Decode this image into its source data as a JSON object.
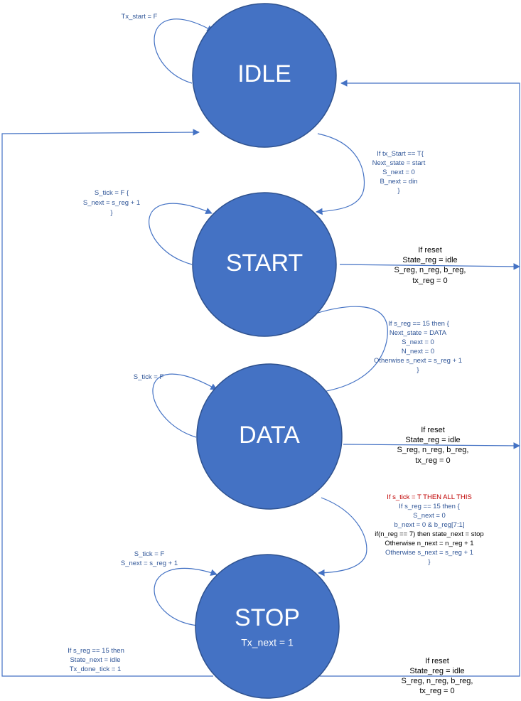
{
  "colors": {
    "state_fill": "#4472C4",
    "edge": "#4472C4",
    "note_blue": "#2F5597",
    "note_red": "#C00000",
    "note_black": "#000000"
  },
  "states": {
    "idle": {
      "label": "IDLE"
    },
    "start": {
      "label": "START"
    },
    "data": {
      "label": "DATA"
    },
    "stop": {
      "label": "STOP",
      "sub": "Tx_next = 1"
    }
  },
  "transitions": {
    "idle_self": [
      "Tx_start = F"
    ],
    "idle_to_start": [
      "If tx_Start == T{",
      "Next_state = start",
      "S_next = 0",
      "B_next = din",
      "}"
    ],
    "start_self": [
      "S_tick = F {",
      "S_next = s_reg + 1",
      "}"
    ],
    "start_reset": [
      "If reset",
      "State_reg = idle",
      "S_reg, n_reg, b_reg,",
      "tx_reg = 0"
    ],
    "start_to_data": [
      "If s_reg == 15 then {",
      "Next_state = DATA",
      "S_next = 0",
      "N_next = 0",
      "Otherwise s_next = s_reg + 1",
      "}"
    ],
    "data_self": [
      "S_tick = F"
    ],
    "data_reset": [
      "If reset",
      "State_reg = idle",
      "S_reg, n_reg, b_reg,",
      "tx_reg = 0"
    ],
    "data_to_stop": [
      "If s_tick = T THEN ALL THIS",
      "If s_reg == 15 then {",
      "S_next = 0",
      "b_next = 0 & b_reg[7:1]",
      "if(n_reg == 7) then state_next = stop",
      "Otherwise n_next = n_reg + 1",
      "Otherwise s_next = s_reg + 1",
      "}"
    ],
    "stop_self": [
      "S_tick = F",
      "S_next = s_reg + 1"
    ],
    "stop_to_idle": [
      "If s_reg == 15 then",
      "State_next = idle",
      "Tx_done_tick = 1"
    ],
    "stop_reset": [
      "If reset",
      "State_reg = idle",
      "S_reg, n_reg, b_reg,",
      "tx_reg = 0"
    ]
  }
}
